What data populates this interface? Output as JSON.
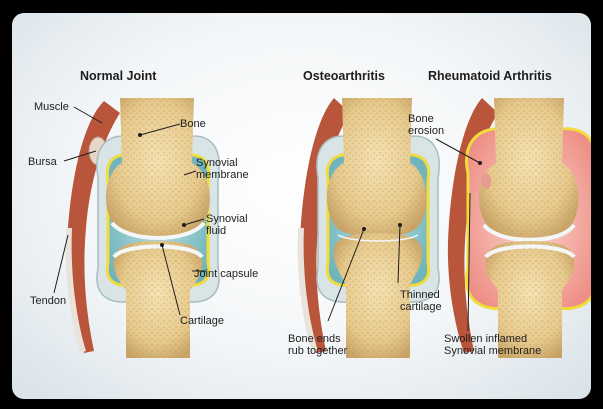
{
  "titles": {
    "normal": "Normal Joint",
    "osteo": "Osteoarthritis",
    "rheumatoid": "Rheumatoid Arthritis"
  },
  "labels": {
    "muscle": "Muscle",
    "bursa": "Bursa",
    "tendon": "Tendon",
    "bone": "Bone",
    "synovial_membrane": [
      "Synovial",
      "membrane"
    ],
    "synovial_fluid": [
      "Synovial",
      "fluid"
    ],
    "joint_capsule": "Joint capsule",
    "cartilage": "Cartilage",
    "bone_ends": [
      "Bone ends",
      "rub together"
    ],
    "thinned_cartilage": [
      "Thinned",
      "cartilage"
    ],
    "bone_erosion": [
      "Bone",
      "erosion"
    ],
    "swollen_membrane": [
      "Swollen inflamed",
      "Synovial membrane"
    ]
  },
  "colors": {
    "bone": "#e8cf96",
    "bone_dark": "#cda96a",
    "synovial_fluid": "#8fc9cf",
    "capsule": "#d7e2e4",
    "membrane": "#f2e04a",
    "muscle": "#c25a3a",
    "inflamed": "#f3a9a0"
  }
}
